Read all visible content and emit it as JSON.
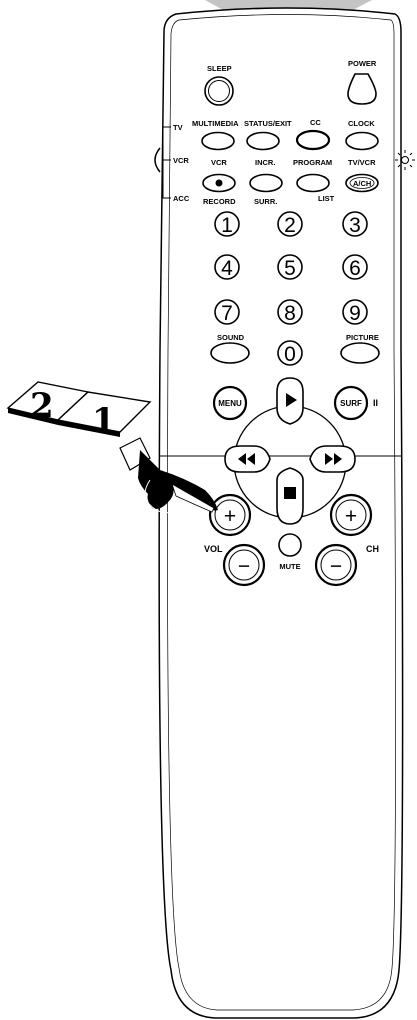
{
  "mode_switch": {
    "tv": "TV",
    "vcr": "VCR",
    "acc": "ACC"
  },
  "buttons": {
    "sleep": "SLEEP",
    "power": "POWER",
    "multimedia": "MULTIMEDIA",
    "status_exit": "STATUS/EXIT",
    "cc": "CC",
    "clock": "CLOCK",
    "vcr": "VCR",
    "incr": "INCR.",
    "program": "PROGRAM",
    "tv_vcr": "TV/VCR",
    "ach": "A/CH",
    "record": "RECORD",
    "surr": "SURR.",
    "list": "LIST",
    "sound": "SOUND",
    "picture": "PICTURE",
    "menu": "MENU",
    "surf": "SURF",
    "pause": "II",
    "mute": "MUTE",
    "vol": "VOL",
    "ch": "CH",
    "vol_plus": "+",
    "vol_minus": "−",
    "ch_plus": "+",
    "ch_minus": "−"
  },
  "digits": [
    "1",
    "2",
    "3",
    "4",
    "5",
    "6",
    "7",
    "8",
    "9",
    "0"
  ],
  "steps": {
    "first": "1",
    "second": "2"
  },
  "icons": {
    "light_indicator": "sun-icon",
    "pointer": "pointing-hand-icon",
    "play": "play-triangle-icon",
    "rewind": "rewind-icon",
    "fast_forward": "fast-forward-icon",
    "stop": "stop-square-icon",
    "record": "record-dot-icon"
  }
}
